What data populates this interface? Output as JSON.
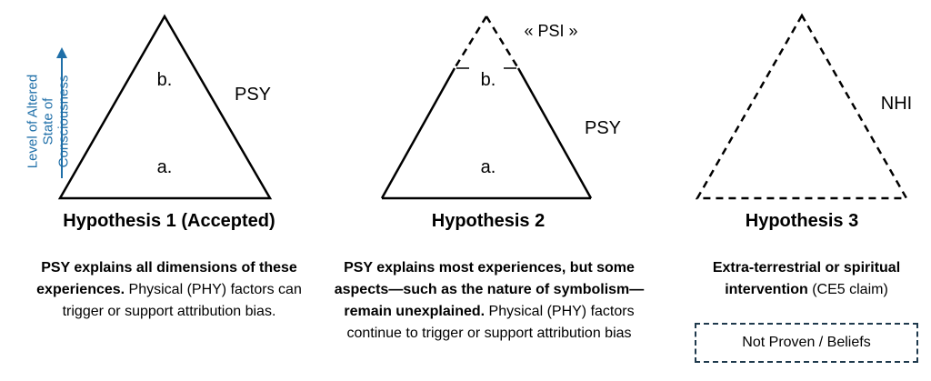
{
  "axis": {
    "label_line1": "Level of Altered State of",
    "label_line2": "Consciousness",
    "color": "#1f6fa8"
  },
  "hypotheses": [
    {
      "title": "Hypothesis 1 (Accepted)",
      "triangle_labels": {
        "top": "b.",
        "bottom": "a.",
        "side": "PSY"
      },
      "desc_bold": "PSY explains all dimensions of these experiences.",
      "desc_normal": " Physical (PHY) factors can trigger or support attribution bias."
    },
    {
      "title": "Hypothesis 2",
      "triangle_labels": {
        "apex": "« PSI »",
        "top": "b.",
        "bottom": "a.",
        "side": "PSY"
      },
      "desc_bold": "PSY explains most experiences, but some aspects—such as the nature of symbolism—remain unexplained.",
      "desc_normal": " Physical (PHY) factors continue to trigger or support attribution bias"
    },
    {
      "title": "Hypothesis 3",
      "triangle_labels": {
        "side": "NHI"
      },
      "desc_bold": "Extra-terrestrial or spiritual intervention",
      "desc_normal": " (CE5 claim)",
      "note": "Not Proven / Beliefs"
    }
  ]
}
